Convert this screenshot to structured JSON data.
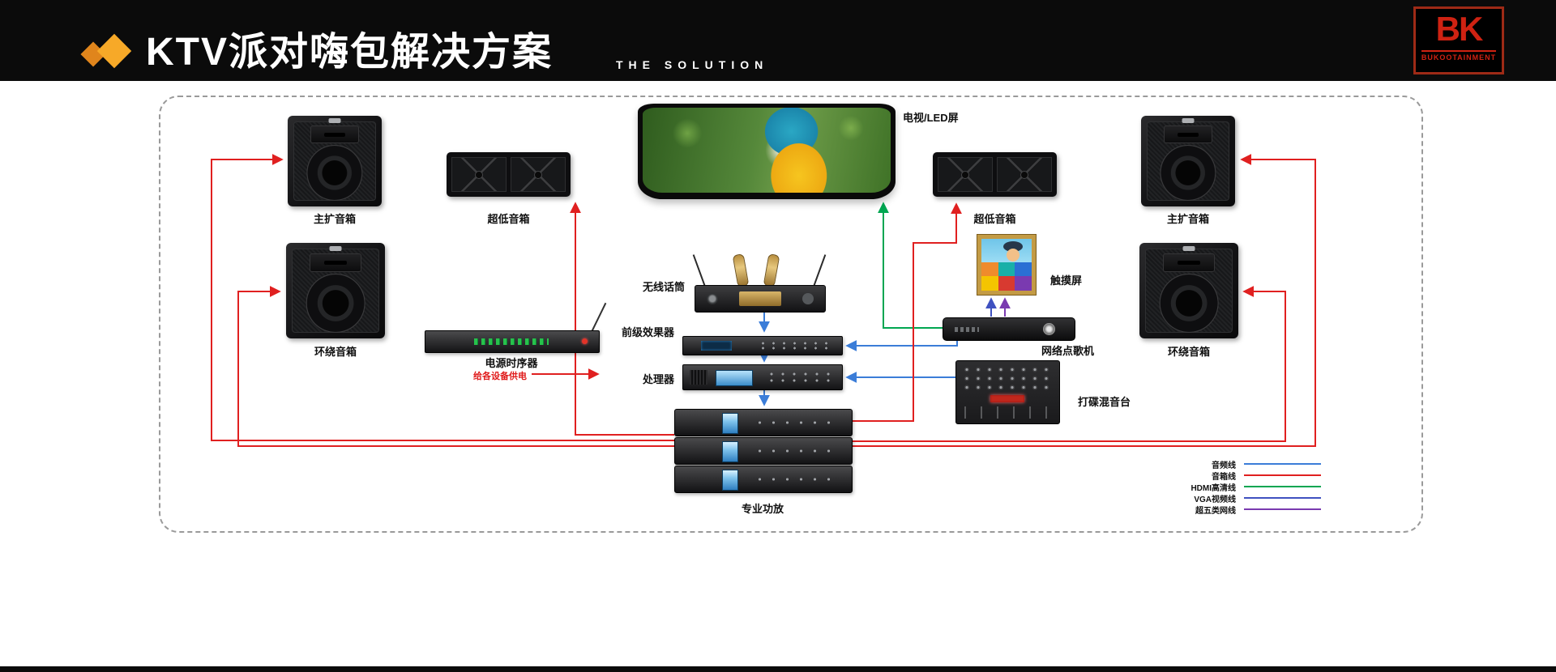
{
  "header": {
    "title": "KTV派对嗨包解决方案",
    "subtitle": "THE SOLUTION",
    "logo_monogram": "BK",
    "logo_brand": "BUKOOTAINMENT"
  },
  "diagram": {
    "labels": {
      "tv": "电视/LED屏",
      "main_speaker_left": "主扩音箱",
      "subwoofer_left": "超低音箱",
      "subwoofer_right": "超低音箱",
      "main_speaker_right": "主扩音箱",
      "surround_left": "环绕音箱",
      "surround_right": "环绕音箱",
      "wireless_mic": "无线话筒",
      "pre_effects": "前级效果器",
      "processor": "处理器",
      "power_sequencer": "电源时序器",
      "power_note": "给各设备供电",
      "touch_screen": "触摸屏",
      "song_machine": "网络点歌机",
      "dj_mixer": "打碟混音台",
      "amplifier": "专业功放"
    },
    "legend": [
      {
        "label": "音频线",
        "color": "#3b7dd8"
      },
      {
        "label": "音箱线",
        "color": "#e02020"
      },
      {
        "label": "HDMI高清线",
        "color": "#00a651"
      },
      {
        "label": "VGA视频线",
        "color": "#3f51c0"
      },
      {
        "label": "超五类网线",
        "color": "#7a3ab0"
      }
    ],
    "connections": [
      {
        "from": "无线话筒",
        "to": "前级效果器",
        "type": "音频线"
      },
      {
        "from": "前级效果器",
        "to": "处理器",
        "type": "音频线"
      },
      {
        "from": "处理器",
        "to": "专业功放",
        "type": "音频线"
      },
      {
        "from": "网络点歌机",
        "to": "前级效果器",
        "type": "音频线"
      },
      {
        "from": "打碟混音台",
        "to": "处理器",
        "type": "音频线"
      },
      {
        "from": "网络点歌机",
        "to": "电视/LED屏",
        "type": "HDMI高清线"
      },
      {
        "from": "网络点歌机",
        "to": "触摸屏",
        "type": "VGA视频线"
      },
      {
        "from": "网络点歌机",
        "to": "触摸屏",
        "type": "超五类网线"
      },
      {
        "from": "专业功放",
        "to": "主扩音箱/超低音箱/环绕音箱",
        "type": "音箱线"
      },
      {
        "from": "电源时序器",
        "to": "各设备",
        "type": "给各设备供电"
      }
    ]
  }
}
